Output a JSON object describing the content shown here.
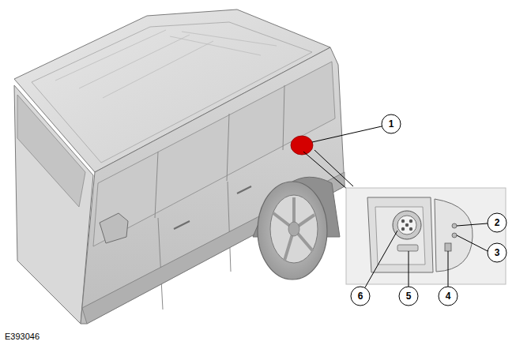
{
  "diagram": {
    "labels": [
      "1",
      "2",
      "3",
      "4",
      "5",
      "6",
      "E393046"
    ]
  }
}
